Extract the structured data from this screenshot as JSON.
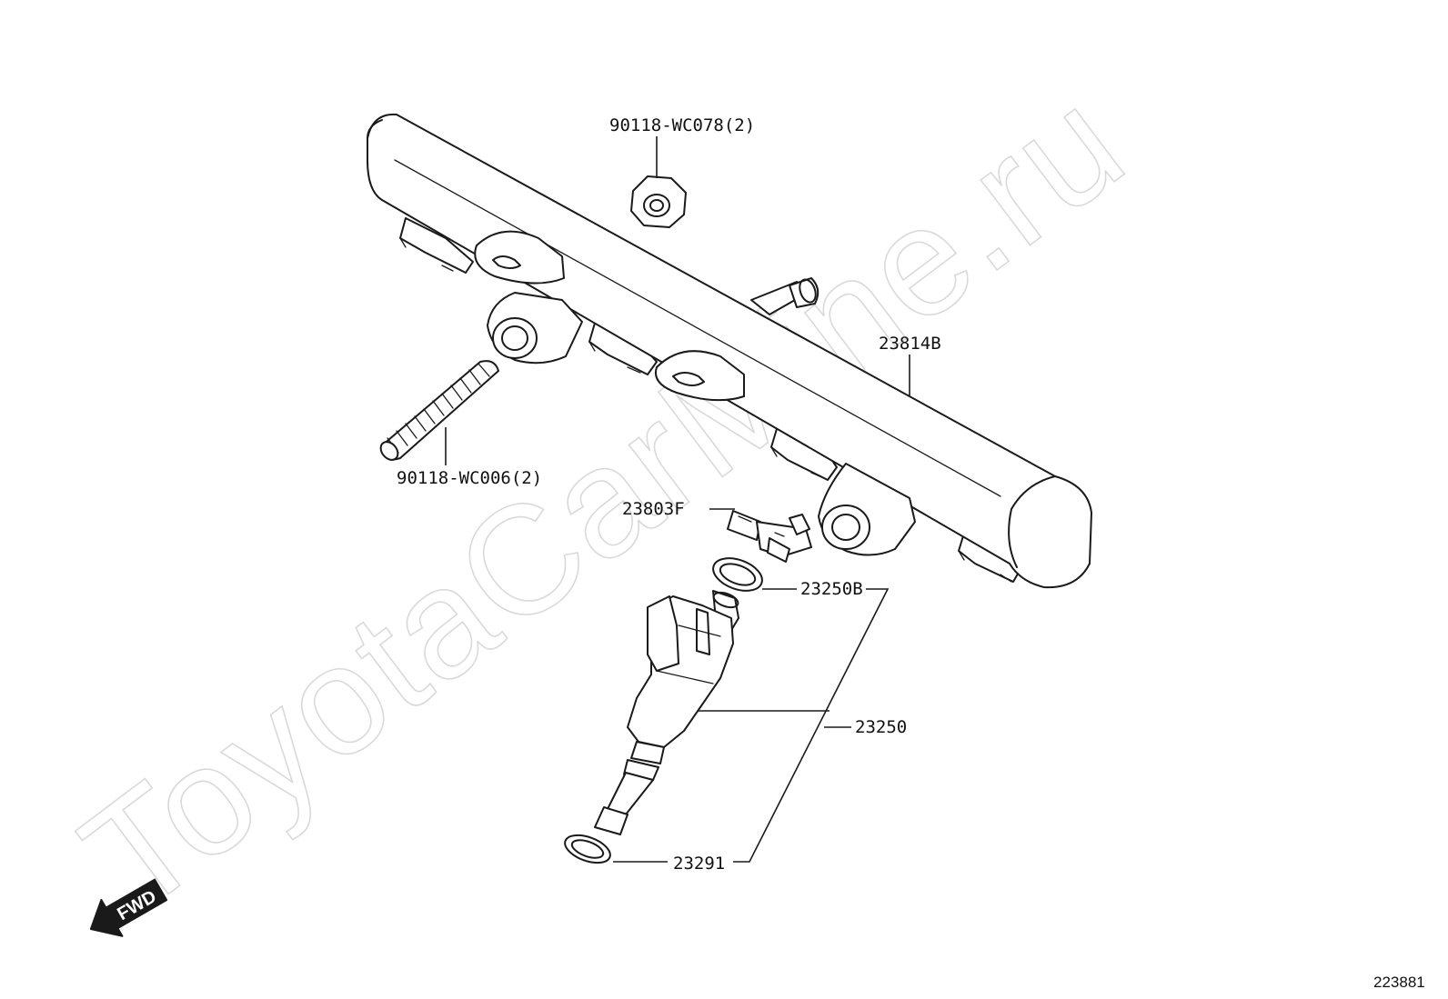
{
  "watermark": "ToyotaCarMine.ru",
  "fwd_label": "FWD",
  "diagram_code": "223881",
  "callouts": {
    "nut": "90118-WC078(2)",
    "stud": "90118-WC006(2)",
    "rail": "23814B",
    "clip": "23803F",
    "oring_upper": "23250B",
    "injector": "23250",
    "oring_lower": "23291"
  }
}
